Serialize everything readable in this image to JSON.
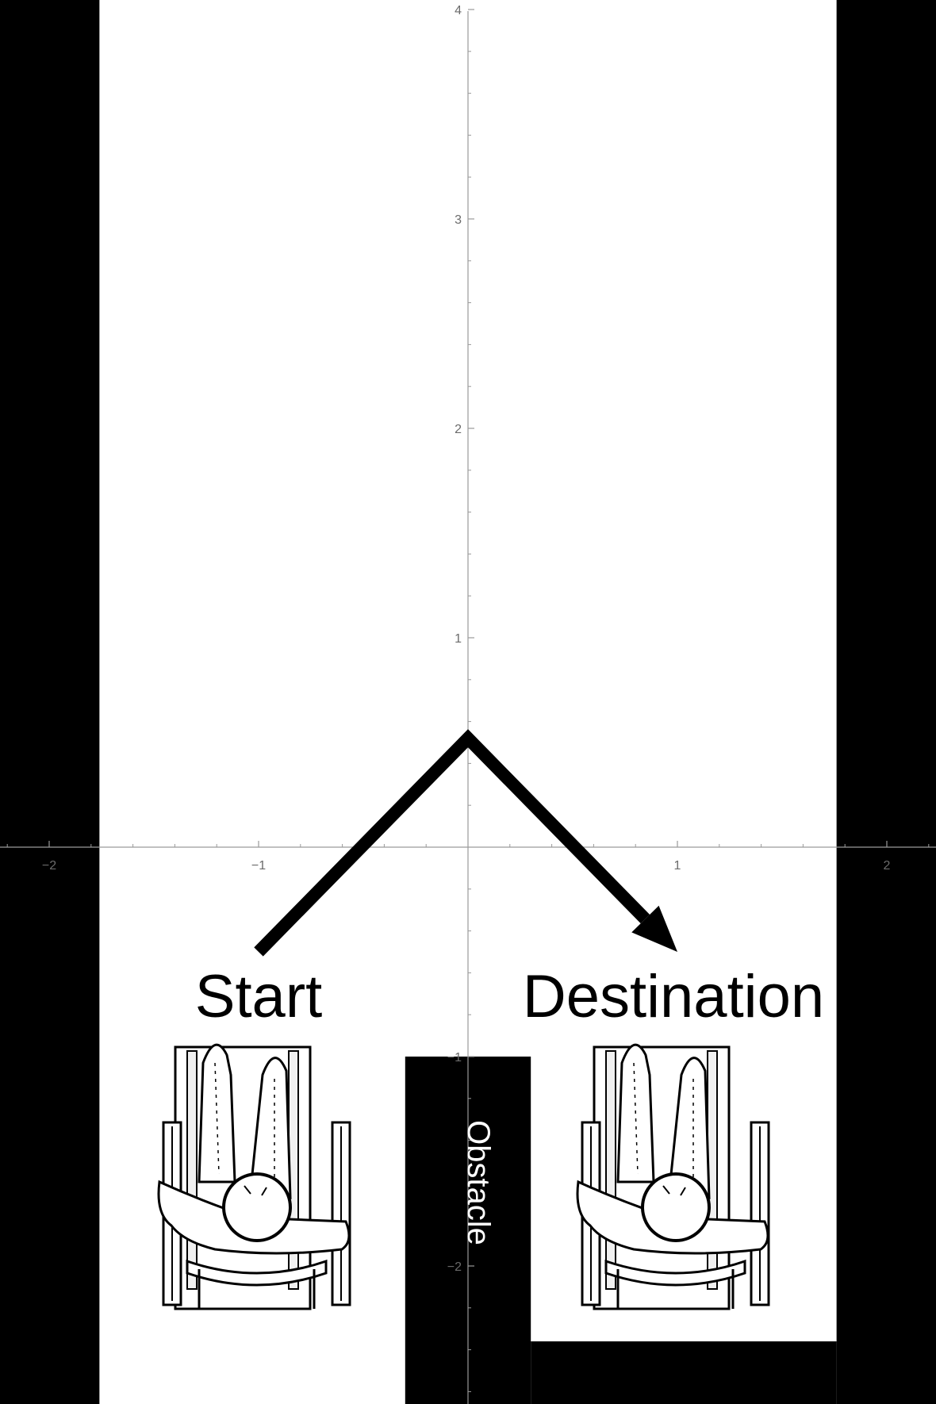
{
  "labels": {
    "start": "Start",
    "destination": "Destination",
    "obstacle": "Obstacle"
  },
  "axes": {
    "xlim": [
      -2.2,
      2.25
    ],
    "ylim": [
      -2.7,
      4.0
    ],
    "x_ticks": [
      {
        "value": -2,
        "label": "−2"
      },
      {
        "value": -1,
        "label": "−1"
      },
      {
        "value": 1,
        "label": "1"
      },
      {
        "value": 2,
        "label": "2"
      }
    ],
    "y_ticks": [
      {
        "value": 4,
        "label": "4"
      },
      {
        "value": 3,
        "label": "3"
      },
      {
        "value": 2,
        "label": "2"
      },
      {
        "value": 1,
        "label": "1"
      },
      {
        "value": -1,
        "label": "−1"
      },
      {
        "value": -2,
        "label": "−2"
      }
    ]
  },
  "scene": {
    "left_wall_inner_x": -1.76,
    "right_wall_inner_x": 1.76,
    "obstacle": {
      "x0": -0.3,
      "x1": 0.3,
      "y_top": -1.0
    },
    "right_bay_floor_y": -2.36,
    "path": [
      [
        -1.0,
        -0.5
      ],
      [
        0.0,
        0.52
      ],
      [
        1.0,
        -0.5
      ]
    ],
    "start_position": [
      -1.0,
      -1.6
    ],
    "destination_position": [
      1.0,
      -1.6
    ]
  },
  "colors": {
    "wall": "#000000",
    "background": "#ffffff",
    "axis": "#9a9a9a",
    "path": "#000000"
  },
  "icons": {
    "start_figure": "wheelchair-user-icon",
    "destination_figure": "wheelchair-user-icon",
    "arrowhead": "arrowhead-icon"
  }
}
